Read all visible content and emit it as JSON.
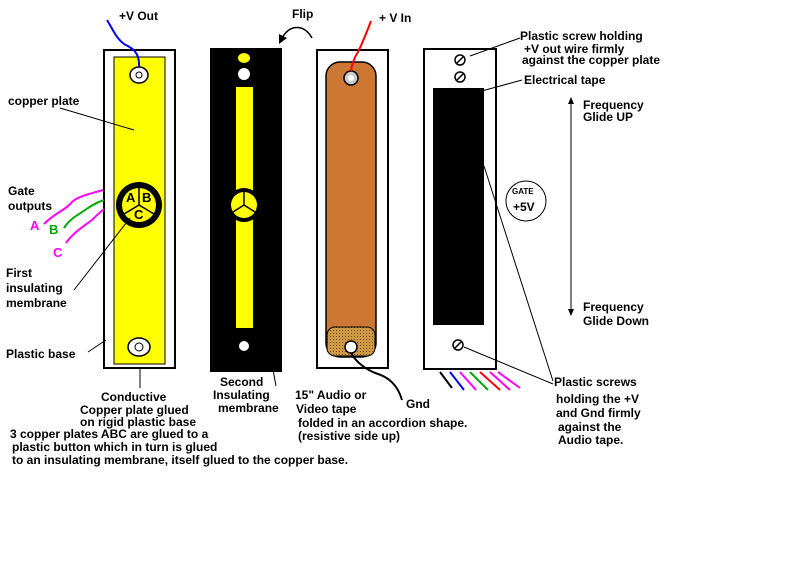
{
  "labels": {
    "v_out": "+V Out",
    "flip": "Flip",
    "v_in": "+ V In",
    "copper_plate": "copper plate",
    "gate_outputs_1": "Gate",
    "gate_outputs_2": "outputs",
    "wire_a": "A",
    "wire_b": "B",
    "wire_c": "C",
    "membrane_1": "First",
    "membrane_2": "insulating",
    "membrane_3": "membrane",
    "plastic_base": "Plastic base",
    "button_a": "A",
    "button_b": "B",
    "button_c": "C",
    "conductive_1": "Conductive",
    "conductive_2": "Copper plate  glued",
    "conductive_3": "on rigid plastic base",
    "second_1": "Second",
    "second_2": "Insulating",
    "second_3": "membrane",
    "tape_1": "15\" Audio or",
    "tape_2": "Video tape",
    "tape_3": "folded in an accordion shape.",
    "tape_4": "(resistive side up)",
    "gnd": "Gnd",
    "note_1": "3 copper plates ABC are glued to a",
    "note_2": "plastic button which in turn is glued",
    "note_3": "to an insulating membrane, itself glued to the copper base.",
    "screw_1": "Plastic screw holding",
    "screw_2": "+V out wire firmly",
    "screw_3": "against the copper plate",
    "electrical_tape": "Electrical tape",
    "freq_up_1": "Frequency",
    "freq_up_2": "Glide  UP",
    "gate_badge_1": "GATE",
    "gate_badge_2": "+5V",
    "freq_down_1": "Frequency",
    "freq_down_2": "Glide  Down",
    "screws_1": "Plastic screws",
    "screws_2": "holding  the +V",
    "screws_3": "and Gnd firmly",
    "screws_4": "against the",
    "screws_5": "Audio tape."
  },
  "colors": {
    "copper_yellow": "#ffff00",
    "tape_brown": "#cc7733",
    "tape_tan": "#cc9944",
    "wire_blue": "#0000ff",
    "wire_red": "#ff0000",
    "wire_magenta": "#ff00ff",
    "wire_green": "#00aa00"
  }
}
